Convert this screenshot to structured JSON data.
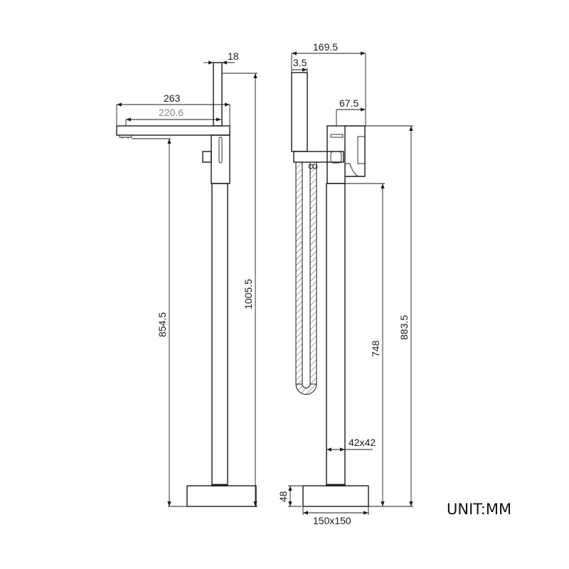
{
  "drawing": {
    "side_view": {
      "dimensions": {
        "handset_width": "18",
        "spout_length": "263",
        "spout_reach": "220.6",
        "total_height": "1005.5",
        "spout_height": "854.5"
      }
    },
    "front_view": {
      "dimensions": {
        "overall_width": "169.5",
        "handset_offset": "3.5",
        "body_offset": "67.5",
        "body_height": "883.5",
        "pipe_height": "748",
        "pipe_section": "42x42",
        "base_height": "48",
        "base_size": "150x150"
      }
    },
    "unit_label": "UNIT:MM"
  }
}
